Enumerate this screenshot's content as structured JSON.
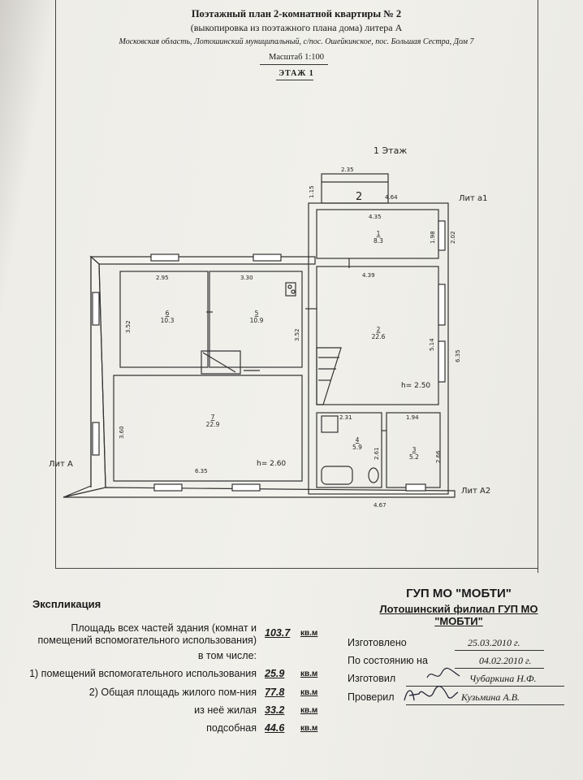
{
  "header": {
    "title": "Поэтажный план 2-комнатной квартиры № 2",
    "subtitle": "(выкопировка из поэтажного плана дома) литера А",
    "address": "Московская область, Лотошинский муниципальный, с/пос. Ошейкинское, пос. Большая Сестра, Дом 7",
    "scale": "Масштаб 1:100",
    "floor": "ЭТАЖ 1"
  },
  "plan": {
    "floor_label": "1 Этаж",
    "apartment_number": "2",
    "lit_labels": {
      "a1": "Лит а1",
      "a": "Лит А",
      "a2": "Лит А2"
    },
    "dims": {
      "top_2_35": "2.35",
      "side_1_15": "1.15",
      "top_4_64": "4.64",
      "r1_4_35": "4.35",
      "r1_1_98": "1.98",
      "r1_2_02": "2.02",
      "r2_4_39": "4.39",
      "r6_2_95": "2.95",
      "r5_3_30": "3.30",
      "left_3_52": "3.52",
      "mid_3_52": "3.52",
      "r2_5_14": "5.14",
      "r2_6_35": "6.35",
      "left_3_60": "3.60",
      "bottom_6_35": "6.35",
      "r4_2_31": "2.31",
      "r3_1_94": "1.94",
      "r4_2_61": "2.61",
      "r3_2_66": "2.66",
      "bottom_4_67": "4.67"
    },
    "heights": {
      "right": "h= 2.50",
      "left": "h= 2.60"
    },
    "rooms": [
      {
        "num": "1",
        "area": "8.3"
      },
      {
        "num": "2",
        "area": "22.6"
      },
      {
        "num": "3",
        "area": "5.2"
      },
      {
        "num": "4",
        "area": "5.9"
      },
      {
        "num": "5",
        "area": "10.9"
      },
      {
        "num": "6",
        "area": "10.3"
      },
      {
        "num": "7",
        "area": "22.9"
      }
    ]
  },
  "explication": {
    "title": "Экспликация",
    "rows": [
      {
        "label_line1": "Площадь всех частей здания (комнат и",
        "label_line2": "помещений вспомогательного использования)",
        "value": "103.7",
        "unit": "кв.м"
      },
      {
        "label_line1": "в том числе:",
        "label_line2": "",
        "value": "",
        "unit": ""
      },
      {
        "label_line1": "1) помещений вспомогательного использования",
        "label_line2": "",
        "value": "25.9",
        "unit": "кв.м"
      },
      {
        "label_line1": "2) Общая площадь жилого пом-ния",
        "label_line2": "",
        "value": "77.8",
        "unit": "кв.м"
      },
      {
        "label_line1": "из неё жилая",
        "label_line2": "",
        "value": "33.2",
        "unit": "кв.м"
      },
      {
        "label_line1": "подсобная",
        "label_line2": "",
        "value": "44.6",
        "unit": "кв.м"
      }
    ]
  },
  "organization": {
    "name": "ГУП МО \"МОБТИ\"",
    "branch_line1": "Лотошинский филиал ГУП МО",
    "branch_line2": "\"МОБТИ\""
  },
  "signoff": {
    "made_label": "Изготовлено",
    "made_value": "25.03.2010 г.",
    "state_label": "По состоянию на",
    "state_value": "04.02.2010 г.",
    "prepared_label": "Изготовил",
    "prepared_value": "Чубаркина Н.Ф.",
    "checked_label": "Проверил",
    "checked_value": "Кузьмина А.В."
  }
}
